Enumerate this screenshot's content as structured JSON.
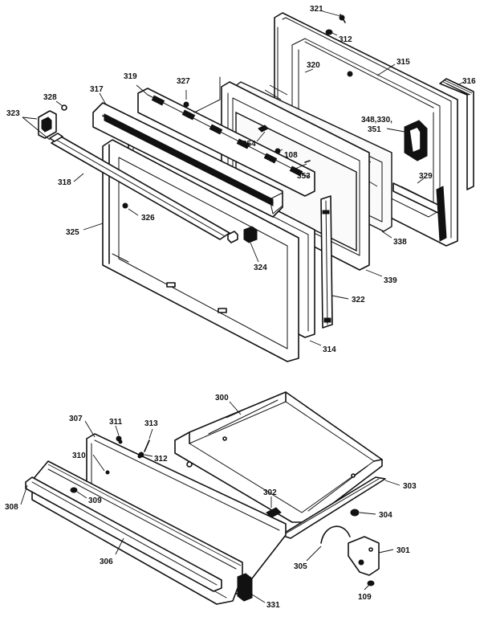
{
  "diagram": {
    "upper_assembly": {
      "callouts": [
        {
          "id": "c321",
          "text": "321"
        },
        {
          "id": "c312a",
          "text": "312"
        },
        {
          "id": "c315",
          "text": "315"
        },
        {
          "id": "c316",
          "text": "316"
        },
        {
          "id": "c320",
          "text": "320"
        },
        {
          "id": "c348",
          "text": "348,330,"
        },
        {
          "id": "c351",
          "text": "351"
        },
        {
          "id": "c319",
          "text": "319"
        },
        {
          "id": "c327",
          "text": "327"
        },
        {
          "id": "c317",
          "text": "317"
        },
        {
          "id": "c328",
          "text": "328"
        },
        {
          "id": "c323",
          "text": "323"
        },
        {
          "id": "c318",
          "text": "318"
        },
        {
          "id": "c354",
          "text": "354"
        },
        {
          "id": "c108a",
          "text": "108"
        },
        {
          "id": "c353",
          "text": "353"
        },
        {
          "id": "c329",
          "text": "329"
        },
        {
          "id": "c338",
          "text": "338"
        },
        {
          "id": "c339",
          "text": "339"
        },
        {
          "id": "c326",
          "text": "326"
        },
        {
          "id": "c325",
          "text": "325"
        },
        {
          "id": "c324",
          "text": "324"
        },
        {
          "id": "c322",
          "text": "322"
        },
        {
          "id": "c314",
          "text": "314"
        }
      ]
    },
    "lower_assembly": {
      "callouts": [
        {
          "id": "c300",
          "text": "300"
        },
        {
          "id": "c307",
          "text": "307"
        },
        {
          "id": "c311",
          "text": "311"
        },
        {
          "id": "c313",
          "text": "313"
        },
        {
          "id": "c310",
          "text": "310"
        },
        {
          "id": "c312b",
          "text": "312"
        },
        {
          "id": "c308",
          "text": "308"
        },
        {
          "id": "c309",
          "text": "309"
        },
        {
          "id": "c302",
          "text": "302"
        },
        {
          "id": "c303",
          "text": "303"
        },
        {
          "id": "c304",
          "text": "304"
        },
        {
          "id": "c306",
          "text": "306"
        },
        {
          "id": "c305",
          "text": "305"
        },
        {
          "id": "c301",
          "text": "301"
        },
        {
          "id": "c109",
          "text": "109"
        },
        {
          "id": "c331",
          "text": "331"
        }
      ]
    }
  }
}
